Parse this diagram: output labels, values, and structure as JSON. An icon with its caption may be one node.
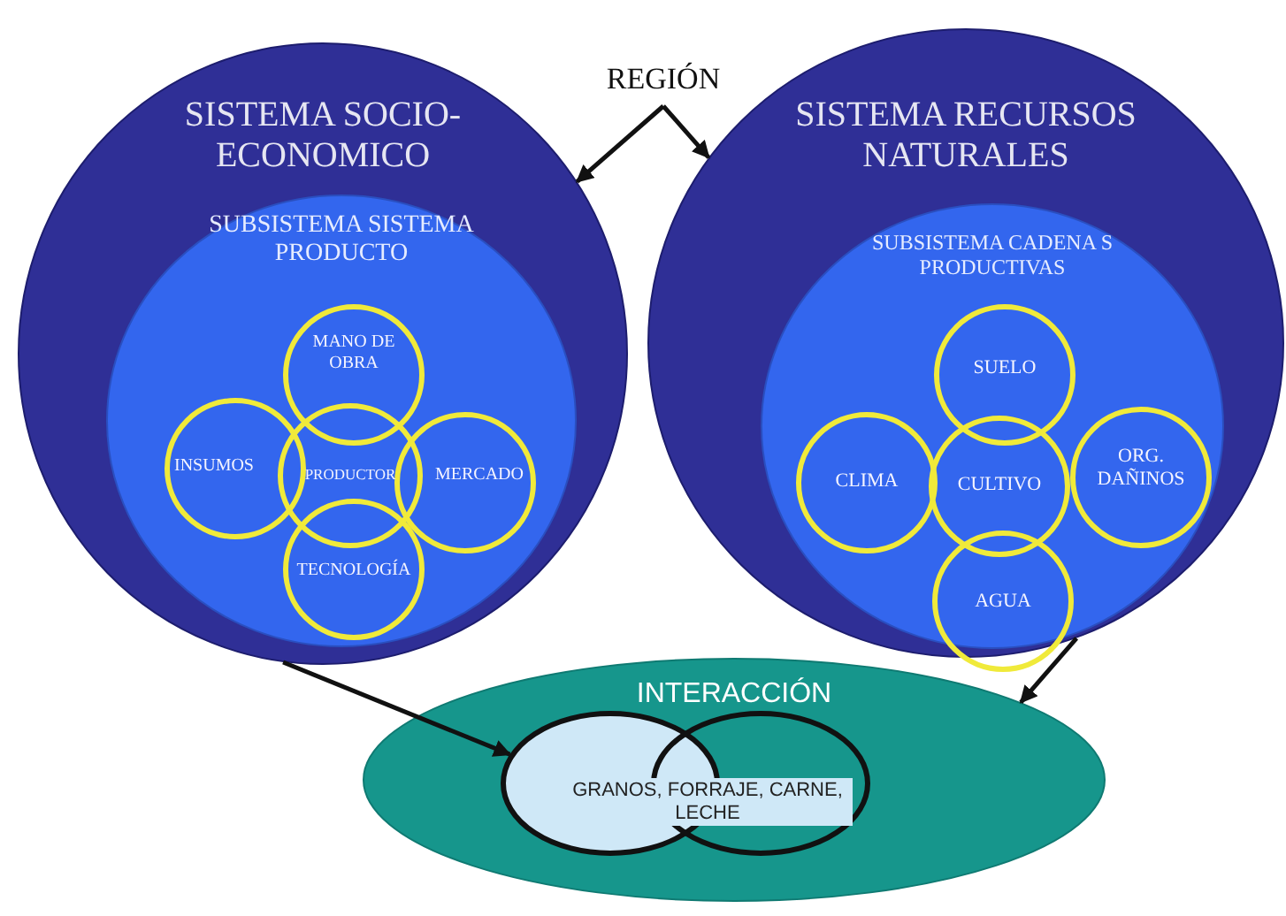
{
  "diagram": {
    "nodes": [
      {
        "text": [
          "REGIÓN"
        ]
      },
      {
        "text": [
          "SISTEMA SOCIO-ECONOMICO"
        ]
      },
      {
        "text": [
          "SUBSISTEMA SISTEMA PRODUCTO"
        ],
        "in": 1
      },
      {
        "text": [
          "MANO DE OBRA"
        ],
        "in": 2
      },
      {
        "text": [
          "INSUMOS"
        ],
        "in": 2
      },
      {
        "text": [
          "PRODUCTOR"
        ],
        "in": 2
      },
      {
        "text": [
          "MERCADO"
        ],
        "in": 2
      },
      {
        "text": [
          "TECNOLOGÍA"
        ],
        "in": 2
      },
      {
        "text": [
          "SISTEMA RECURSOS NATURALES"
        ]
      },
      {
        "text": [
          "SUBSISTEMA CADENA S PRODUCTIVAS"
        ],
        "in": 8
      },
      {
        "text": [
          "SUELO"
        ],
        "in": 9
      },
      {
        "text": [
          "CLIMA"
        ],
        "in": 9
      },
      {
        "text": [
          "CULTIVO"
        ],
        "in": 9
      },
      {
        "text": [
          "ORG. DAÑINOS"
        ],
        "in": 9
      },
      {
        "text": [
          "AGUA"
        ],
        "in": 9
      },
      {
        "text": [
          "INTERACCIÓN"
        ]
      },
      {
        "text": [],
        "shape": "circle",
        "in": 15
      },
      {
        "text": [],
        "shape": "circle",
        "in": 15
      }
    ],
    "edges": [
      {
        "from": 0,
        "to": 1,
        "arrow": "to"
      },
      {
        "from": 0,
        "to": 8,
        "arrow": "to"
      },
      {
        "from": 1,
        "to": 16,
        "arrow": "to"
      },
      {
        "from": 8,
        "to": 15,
        "arrow": "to"
      }
    ],
    "labels": [
      "GRANOS, FORRAJE, CARNE, LECHE"
    ]
  }
}
